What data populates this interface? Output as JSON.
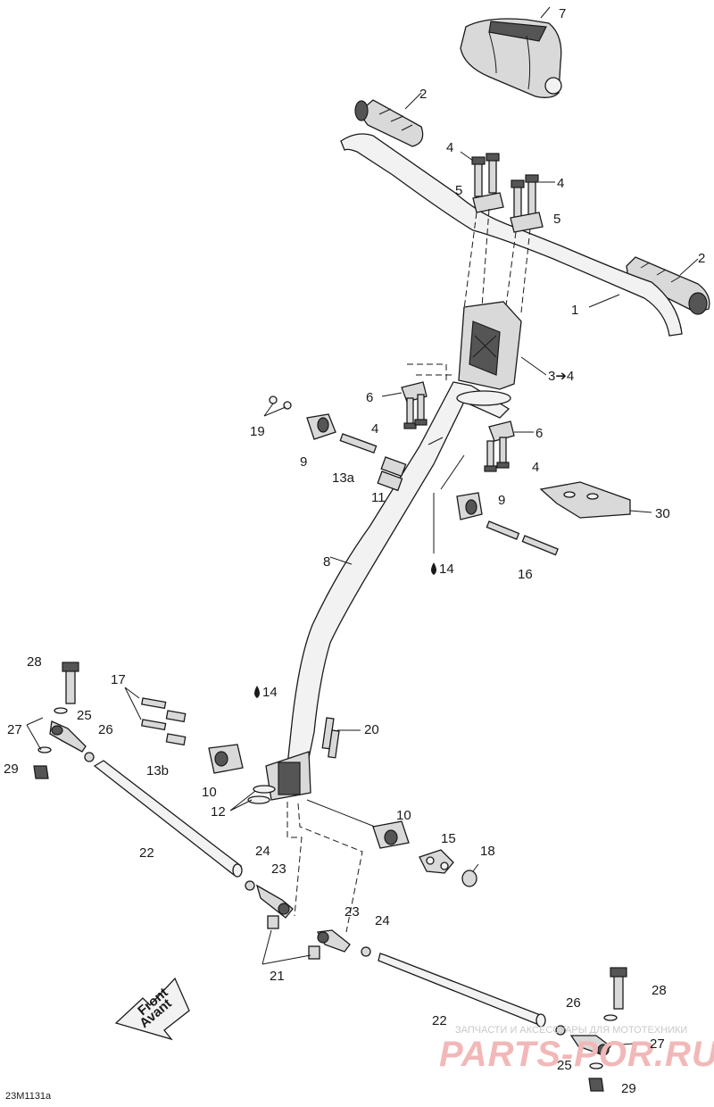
{
  "drawing_code": "23M1131a",
  "front_arrow": {
    "line1": "Front",
    "line2": "Avant"
  },
  "watermark": {
    "line1": "ЗАПЧАСТИ И АКСЕССУАРЫ ДЛЯ МОТОТЕХНИКИ",
    "line2": "PARTS-POR.RU"
  },
  "callouts": {
    "c7": "7",
    "c2a": "2",
    "c2b": "2",
    "c1": "1",
    "c4a": "4",
    "c4b": "4",
    "c4c": "4",
    "c4d": "4",
    "c5a": "5",
    "c5b": "5",
    "c3": "3➔4",
    "c6a": "6",
    "c6b": "6",
    "c19": "19",
    "c9a": "9",
    "c9b": "9",
    "c13a": "13a",
    "c11": "11",
    "c30": "30",
    "c16": "16",
    "c8": "8",
    "c14a": "14",
    "c14b": "14",
    "c28a": "28",
    "c28b": "28",
    "c17": "17",
    "c27a": "27",
    "c27b": "27",
    "c25a": "25",
    "c25b": "25",
    "c26a": "26",
    "c26b": "26",
    "c29a": "29",
    "c29b": "29",
    "c13b": "13b",
    "c10a": "10",
    "c10b": "10",
    "c12": "12",
    "c20": "20",
    "c22a": "22",
    "c22b": "22",
    "c24a": "24",
    "c24b": "24",
    "c23a": "23",
    "c23b": "23",
    "c21": "21",
    "c15": "15",
    "c18": "18"
  }
}
